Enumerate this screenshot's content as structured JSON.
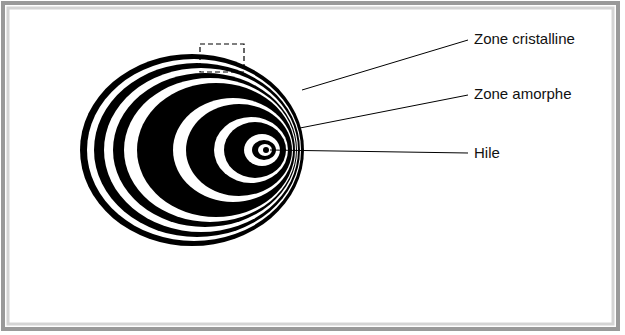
{
  "diagram": {
    "labels": [
      "Zone cristalline",
      "Zone amorphe",
      "Hile"
    ]
  }
}
